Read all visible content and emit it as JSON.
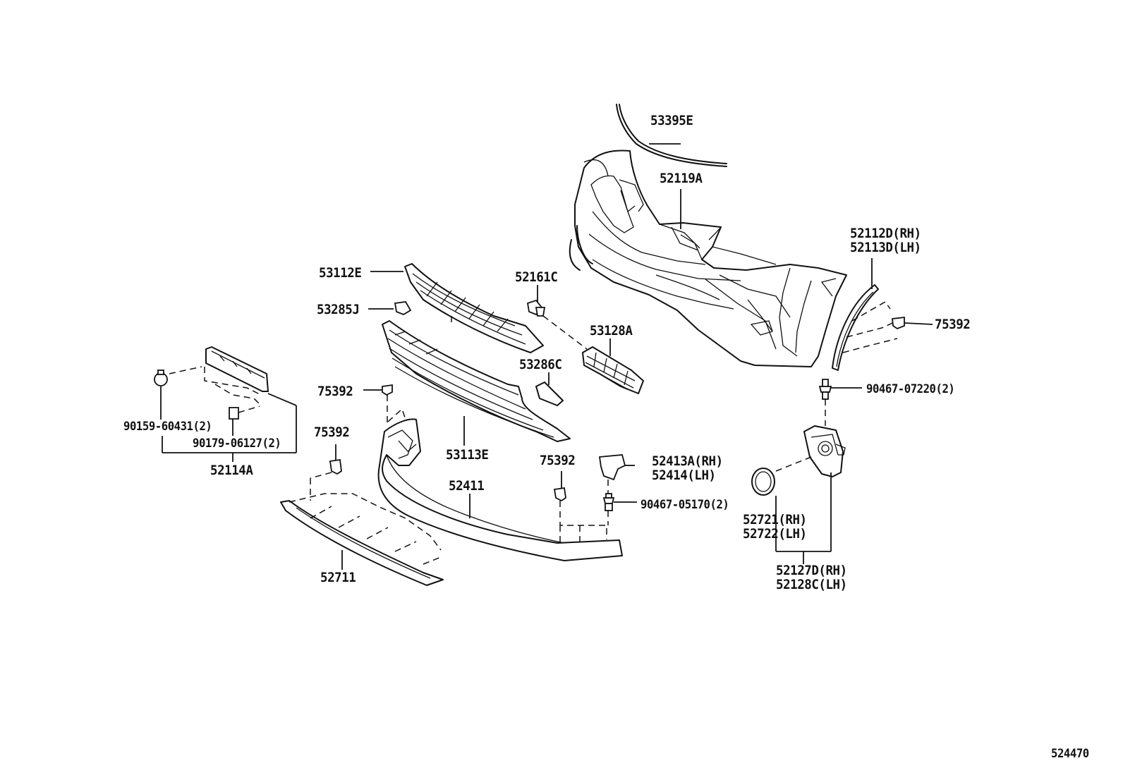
{
  "labels": {
    "p53395E": "53395E",
    "p52119A": "52119A",
    "p52112D": "52112D(RH)",
    "p52113D": "52113D(LH)",
    "p53112E": "53112E",
    "p52161C": "52161C",
    "p53285J": "53285J",
    "p53128A": "53128A",
    "p75392_right": "75392",
    "p53286C": "53286C",
    "p90467_07220": "90467-07220(2)",
    "p75392_a": "75392",
    "p90159": "90159-60431(2)",
    "p90179": "90179-06127(2)",
    "p52114A": "52114A",
    "p75392_b": "75392",
    "p53113E": "53113E",
    "p75392_c": "75392",
    "p52413A": "52413A(RH)",
    "p52414": "52414(LH)",
    "p52411": "52411",
    "p90467_05170": "90467-05170(2)",
    "p52721": "52721(RH)",
    "p52722": "52722(LH)",
    "p52127D": "52127D(RH)",
    "p52128C": "52128C(LH)",
    "p52711": "52711",
    "diagram_id": "524470"
  }
}
